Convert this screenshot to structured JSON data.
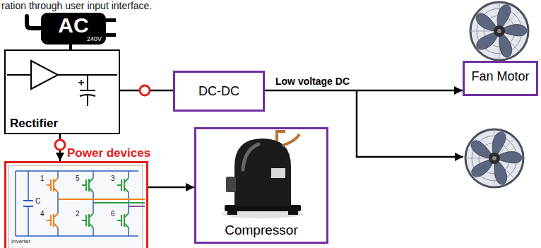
{
  "diagram": {
    "nodes": [
      {
        "text": [
          "AC",
          "240V"
        ]
      },
      {
        "text": [
          "Rectifier"
        ]
      },
      {
        "text": [
          "DC-DC"
        ]
      },
      {
        "text": [
          "Fan Motor"
        ]
      },
      {
        "text": [
          "Power devices"
        ]
      },
      {
        "text": [
          "Compressor"
        ]
      }
    ],
    "edges": [
      {
        "from": 0,
        "to": 1,
        "arrow": "none"
      },
      {
        "from": 1,
        "to": 2,
        "arrow": "none"
      },
      {
        "from": 2,
        "to": 3,
        "label": "Low voltage DC",
        "arrow": "to"
      },
      {
        "from": 1,
        "to": 4,
        "arrow": "to"
      },
      {
        "from": 4,
        "to": 5,
        "arrow": "to"
      }
    ],
    "labels": [
      "ration through user input interface.",
      "1",
      "5",
      "3",
      "4",
      "2",
      "6",
      "C",
      "Inverter"
    ]
  }
}
